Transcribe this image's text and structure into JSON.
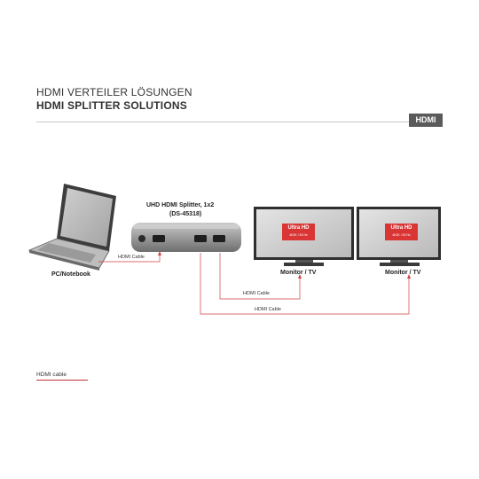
{
  "header": {
    "title_de": "HDMI VERTEILER LÖSUNGEN",
    "title_en": "HDMI SPLITTER SOLUTIONS",
    "tab": "HDMI"
  },
  "diagram": {
    "source_label": "PC/Notebook",
    "splitter_name": "UHD HDMI Splitter, 1x2",
    "splitter_model": "(DS-45318)",
    "monitor1_label": "Monitor / TV",
    "monitor2_label": "Monitor / TV",
    "badge_title": "Ultra HD",
    "badge_sub": "4K2K / 60 Hz",
    "cable_label_in": "HDMI Cable",
    "cable_label_out1": "HDMI Cable",
    "cable_label_out2": "HDMI Cable"
  },
  "legend": {
    "label": "HDMI cable"
  },
  "colors": {
    "cable": "#d04040",
    "tab_bg": "#5a5a5a",
    "badge": "#d93535"
  }
}
